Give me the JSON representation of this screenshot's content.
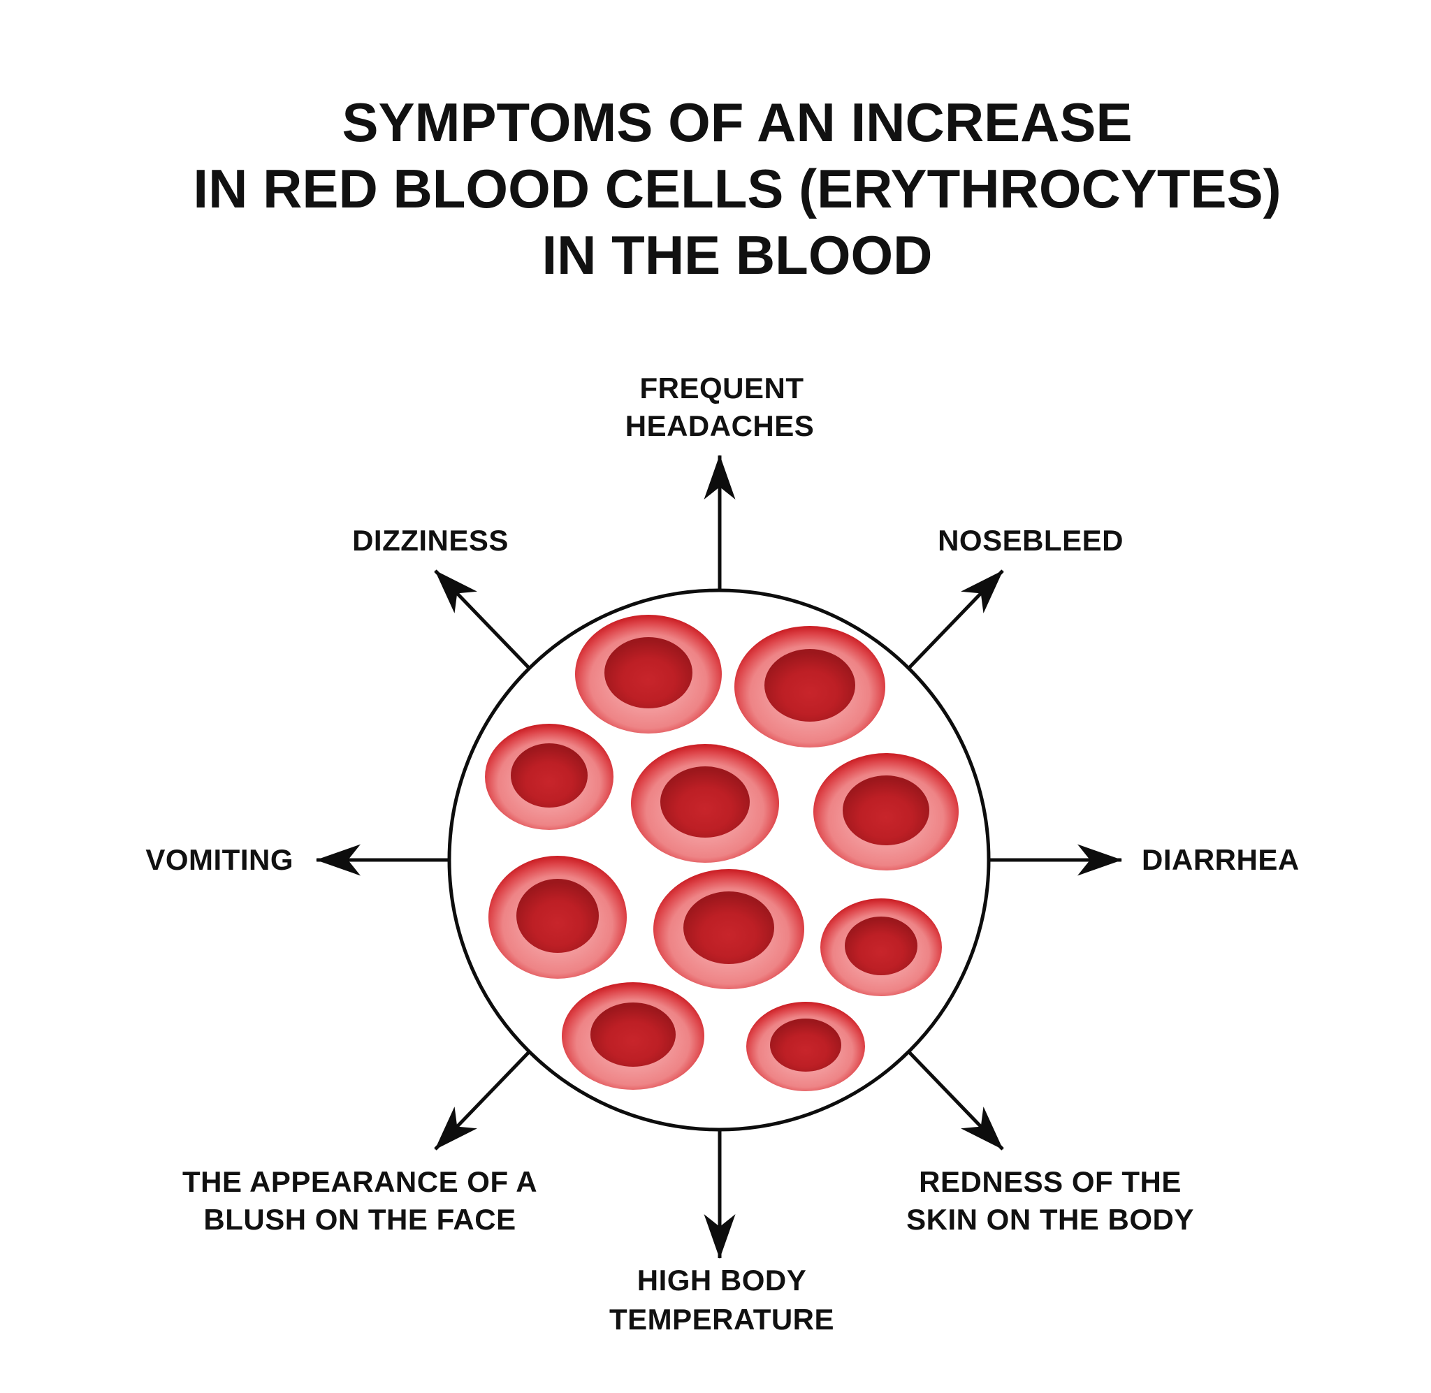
{
  "title": {
    "line1": "SYMPTOMS OF AN INCREASE",
    "line2": "IN RED BLOOD CELLS (ERYTHROCYTES)",
    "line3": "IN THE BLOOD"
  },
  "symptoms": {
    "top": {
      "line1": "FREQUENT",
      "line2": "HEADACHES"
    },
    "top_left": {
      "line1": "DIZZINESS"
    },
    "top_right": {
      "line1": "NOSEBLEED"
    },
    "left": {
      "line1": "VOMITING"
    },
    "right": {
      "line1": "DIARRHEA"
    },
    "bottom_left": {
      "line1": "THE APPEARANCE OF A",
      "line2": "BLUSH ON THE FACE"
    },
    "bottom_right": {
      "line1": "REDNESS OF THE",
      "line2": "SKIN ON THE BODY"
    },
    "bottom": {
      "line1": "HIGH BODY",
      "line2": "TEMPERATURE"
    }
  },
  "illustration": {
    "type": "blood-vessel-cross-section",
    "cell_count": 10,
    "arrow_count": 8
  },
  "colors": {
    "background": "#ffffff",
    "line_and_text": "#0d0d0d",
    "cell_outer_light": "#f6a5a6",
    "cell_outer_mid": "#ee8486",
    "cell_outer_edge": "#cc2127",
    "cell_inner_center": "#c8252b",
    "cell_inner_edge": "#9c171c"
  }
}
